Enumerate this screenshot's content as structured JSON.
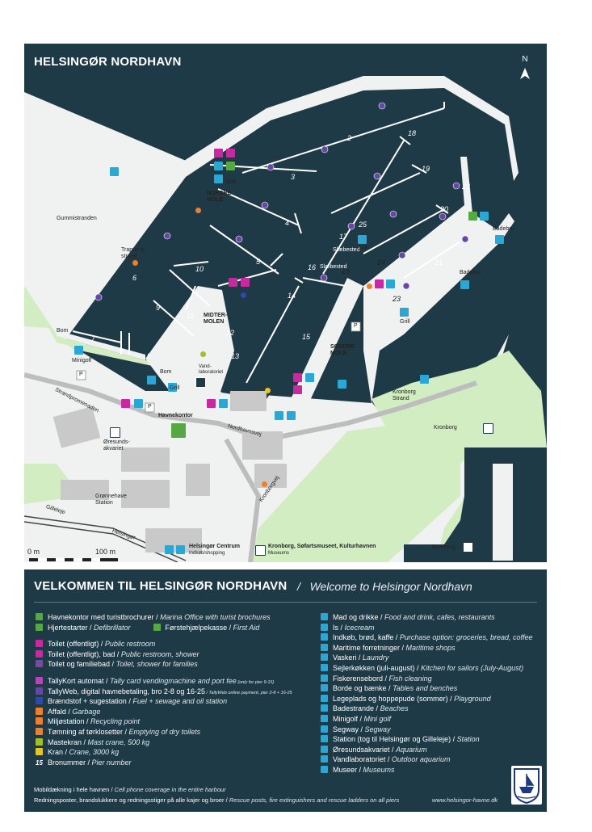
{
  "map": {
    "title": "HELSINGØR NORDHAVN",
    "north_label": "N",
    "places": {
      "nordre_mole": "NORDRE\nMOLE",
      "midter_molen": "MIDTER-\nMOLEN",
      "sondre_mole": "SØNDRE\nMOLE",
      "gummistranden": "Gummistranden",
      "trappe": "Trappe til\nstrand",
      "strandpromenaden": "Strandpromenaden",
      "nordhavnsvej": "Nordhavnsvej",
      "kronborgvej": "Kronborgvej",
      "havnekontor": "Havnekontor",
      "oresundsakvariet": "Øresunds-\nakvariet",
      "gronnehave": "Grønnehave\nStation",
      "kronborg_strand": "Kronborg\nStrand",
      "kronborg": "Kronborg",
      "kronborg2": "Kronborg",
      "vandlaboratoriet": "Vand-\nlaboratoriet",
      "slaebested1": "Slæbested",
      "slaebested2": "Slæbested",
      "badebro1": "Badebro",
      "badebro2": "Badebro",
      "minigolf": "Minigolf",
      "bom1": "Bom",
      "bom2": "Bom",
      "grill1": "Grill",
      "grill2": "Grill",
      "grill3": "Grill",
      "grill4": "Grill",
      "gilleleje": "Gilleleje",
      "helsingor_rail": "Helsingør",
      "helsingor_centrum": "Helsingør Centrum",
      "helsingor_centrum_sub": "Indkøb/shopping",
      "museums_line": "Kronborg, Søfartsmuseet, Kulturhavnen",
      "museums_sub": "Museums",
      "parking": "P"
    },
    "piers": [
      "2",
      "3",
      "4",
      "5",
      "6",
      "7",
      "8",
      "9",
      "10",
      "11",
      "12",
      "13",
      "14",
      "15",
      "16",
      "17",
      "18",
      "19",
      "20",
      "21",
      "22",
      "23",
      "24",
      "25",
      "15"
    ],
    "scale": {
      "zero": "0 m",
      "hundred": "100 m"
    },
    "colors": {
      "water": "#1f3a47",
      "land": "#f0f1f1",
      "green": "#d3edc2",
      "accent": "#2ba7d6",
      "magenta": "#c52b9f",
      "orange": "#e9812f"
    }
  },
  "legend": {
    "title": "VELKOMMEN TIL HELSINGØR NORDHAVN",
    "separator": "/",
    "subtitle": "Welcome to Helsingor Nordhavn",
    "left": [
      {
        "da": "Havnekontor med turistbrochurer",
        "en": "Marina Office with turist brochures",
        "color": "#56a845",
        "icon": "info-icon"
      },
      {
        "da": "Hjertestarter",
        "en": "Defibrillator",
        "color": "#56a845",
        "icon": "heart-icon",
        "extra_da": "Førstehjælpekasse",
        "extra_en": "First Aid"
      },
      {
        "gap": true
      },
      {
        "da": "Toilet (offentligt)",
        "en": "Public restroom",
        "color": "#c52b9f",
        "icon": "toilet-icon"
      },
      {
        "da": "Toilet (offentligt), bad",
        "en": "Public restroom, shower",
        "color": "#c52b9f",
        "icon": "shower-icon"
      },
      {
        "da": "Toilet og familiebad",
        "en": "Toilet, shower for families",
        "color": "#7a4aa0",
        "icon": "family-icon"
      },
      {
        "gap": true
      },
      {
        "da": "TallyKort automat",
        "en": "Tally card vendingmachine and port fee",
        "note": "(only for pier 9-15)",
        "color": "#b248b3",
        "icon": "tally-icon"
      },
      {
        "da": "TallyWeb, digital havnebetaling, bro 2-8 og 16-25",
        "en": "",
        "note": "TallyWeb online payment, pier 2-8 + 16-25",
        "color": "#6747a6",
        "icon": "tallyweb-icon"
      },
      {
        "da": "Brændstof + sugestation",
        "en": "Fuel + sewage and oil station",
        "color": "#2f4aa8",
        "icon": "fuel-icon"
      },
      {
        "da": "Affald",
        "en": "Garbage",
        "color": "#e9812f",
        "icon": "garbage-icon"
      },
      {
        "da": "Miljøstation",
        "en": "Recycling point",
        "color": "#e9812f",
        "icon": "recycle-icon"
      },
      {
        "da": "Tømning af tørklosetter",
        "en": "Emptying of dry toilets",
        "color": "#e9812f",
        "icon": "drytoilet-icon"
      },
      {
        "da": "Mastekran",
        "en": "Mast crane, 500 kg",
        "color": "#9fc02c",
        "icon": "mastcrane-icon"
      },
      {
        "da": "Kran",
        "en": "Crane, 3000 kg",
        "color": "#e5c42a",
        "icon": "crane-icon"
      },
      {
        "da": "Bronummer",
        "en": "Pier number",
        "num": "15",
        "icon": "pier-number-icon"
      }
    ],
    "right": [
      {
        "da": "Mad og drikke",
        "en": "Food and drink, cafes, restaurants",
        "icon": "food-icon"
      },
      {
        "da": "Is",
        "en": "Icecream",
        "icon": "icecream-icon"
      },
      {
        "da": "Indkøb, brød, kaffe",
        "en": "Purchase option: groceries, bread, coffee",
        "icon": "shop-icon"
      },
      {
        "da": "Maritime forretninger",
        "en": "Maritime shops",
        "icon": "maritime-icon"
      },
      {
        "da": "Vaskeri",
        "en": "Laundry",
        "icon": "laundry-icon"
      },
      {
        "da": "Sejlerkøkken (juli-august)",
        "en": "Kitchen for sailors (July-August)",
        "icon": "kitchen-icon"
      },
      {
        "da": "Fiskerensebord",
        "en": "Fish cleaning",
        "icon": "fish-icon"
      },
      {
        "da": "Borde og bænke",
        "en": "Tables and benches",
        "icon": "bench-icon"
      },
      {
        "da": "Legeplads og hoppepude (sommer)",
        "en": "Playground",
        "icon": "playground-icon"
      },
      {
        "da": "Badestrande",
        "en": "Beaches",
        "icon": "beach-icon"
      },
      {
        "da": "Minigolf",
        "en": "Mini golf",
        "icon": "minigolf-icon"
      },
      {
        "da": "Segway",
        "en": "Segway",
        "icon": "segway-icon"
      },
      {
        "da": "Station (tog til Helsingør og Gilleleje)",
        "en": "Station",
        "icon": "station-icon"
      },
      {
        "da": "Øresundsakvariet",
        "en": "Aquarium",
        "icon": "aquarium-icon"
      },
      {
        "da": "Vandlaboratoriet",
        "en": "Outdoor aquarium",
        "icon": "lab-icon"
      },
      {
        "da": "Museer",
        "en": "Museums",
        "icon": "museum-icon"
      }
    ],
    "footer": {
      "line1_da": "Mobildækning i hele havnen",
      "line1_en": "Cell phone coverage in the entire harbour",
      "line2_da": "Redningsposter, brandslukkere og redningsstiger på alle kajer og broer",
      "line2_en": "Rescue posts, fire extinguishers and rescue ladders on all piers",
      "website": "www.helsingor-havne.dk"
    }
  }
}
